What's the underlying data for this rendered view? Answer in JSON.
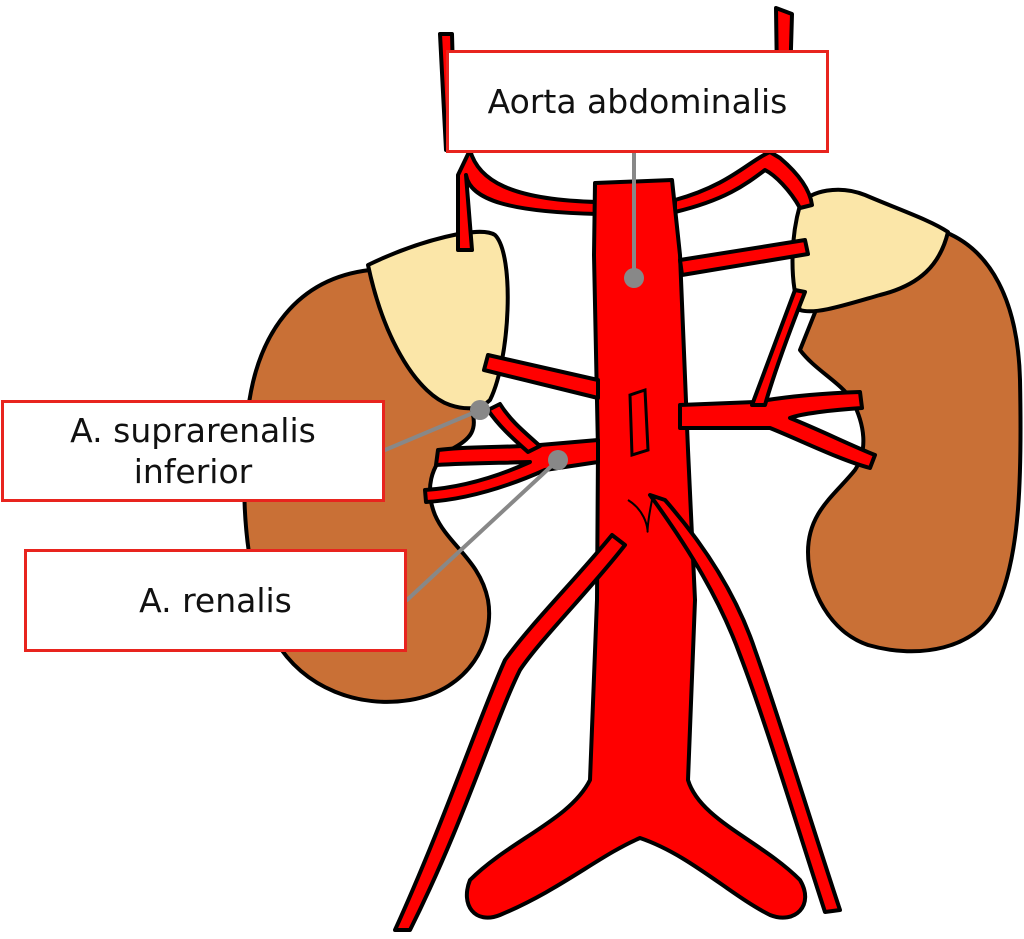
{
  "diagram": {
    "labels": {
      "aorta": "Aorta abdominalis",
      "suprarenalis": "A. suprarenalis\ninferior",
      "renalis": "A. renalis"
    }
  },
  "colors": {
    "artery": "#ff0000",
    "kidney": "#c97036",
    "adrenal": "#fbe6a8",
    "outline": "#000000",
    "leader": "#888888",
    "label_border": "#e8241e"
  }
}
